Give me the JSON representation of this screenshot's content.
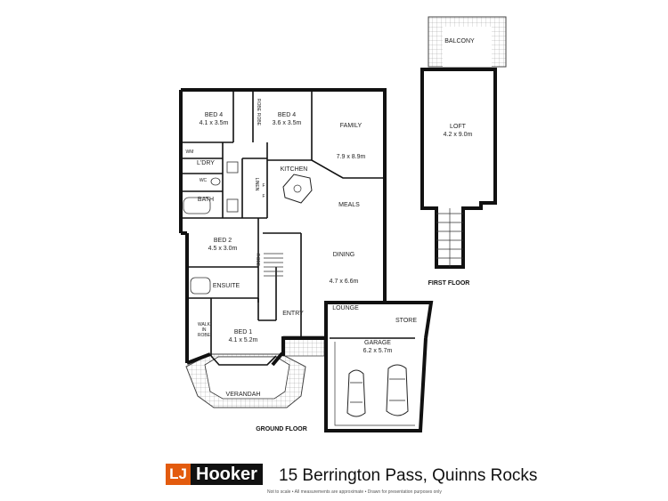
{
  "rooms": {
    "bed4a": {
      "name": "BED 4",
      "size": "4.1 x 3.5m"
    },
    "bed4b": {
      "name": "BED 4",
      "size": "3.6 x 3.5m"
    },
    "family": {
      "name": "FAMILY",
      "size": "7.9 x 8.9m"
    },
    "kitchen": {
      "name": "KITCHEN"
    },
    "meals": {
      "name": "MEALS"
    },
    "wm": {
      "name": "WM"
    },
    "ldry": {
      "name": "L'DRY"
    },
    "wc": {
      "name": "WC"
    },
    "bath": {
      "name": "BATH"
    },
    "bed2": {
      "name": "BED 2",
      "size": "4.5 x 3.0m"
    },
    "ensuite": {
      "name": "ENSUITE"
    },
    "walkin": {
      "line1": "WALK",
      "line2": "IN",
      "line3": "ROBE"
    },
    "bed1": {
      "name": "BED 1",
      "size": "4.1 x 5.2m"
    },
    "verandah": {
      "name": "VERANDAH"
    },
    "entry": {
      "name": "ENTRY"
    },
    "dining": {
      "name": "DINING",
      "size": "4.7 x 6.6m"
    },
    "lounge": {
      "name": "LOUNGE"
    },
    "store": {
      "name": "STORE"
    },
    "garage": {
      "name": "GARAGE",
      "size": "6.2 x 5.7m"
    },
    "loft": {
      "name": "LOFT",
      "size": "4.2 x 9.0m"
    },
    "balcony": {
      "name": "BALCONY"
    },
    "robe": {
      "name": "ROBE"
    },
    "linen": {
      "name": "LINEN"
    },
    "fridge": {
      "name": "F"
    }
  },
  "floors": {
    "ground": "GROUND FLOOR",
    "first": "FIRST FLOOR"
  },
  "footer": {
    "logo_mark": "LJ",
    "logo_name": "Hooker",
    "address": "15 Berrington Pass, Quinns Rocks",
    "disclaimer": "Not to scale  •  All measurements are approximate  •  Drawn for presentation purposes only"
  }
}
